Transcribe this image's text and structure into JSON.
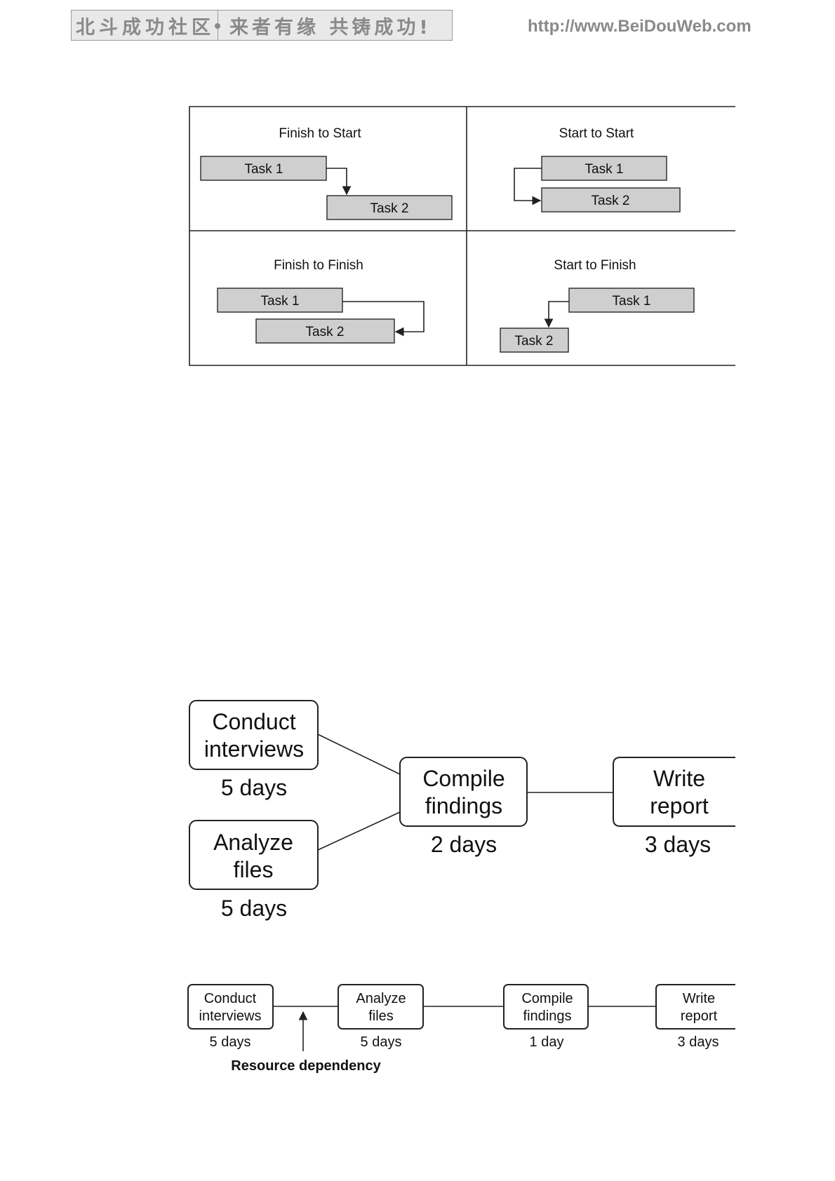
{
  "header": {
    "banner_left": "北斗成功社区",
    "banner_right": "来者有缘 共铸成功!",
    "url": "http://www.BeiDouWeb.com"
  },
  "dependency_types": {
    "finish_to_start": {
      "title": "Finish to Start",
      "task1": "Task 1",
      "task2": "Task 2"
    },
    "start_to_start": {
      "title": "Start to Start",
      "task1": "Task 1",
      "task2": "Task 2"
    },
    "finish_to_finish": {
      "title": "Finish to Finish",
      "task1": "Task 1",
      "task2": "Task 2"
    },
    "start_to_finish": {
      "title": "Start to Finish",
      "task1": "Task 1",
      "task2": "Task 2"
    }
  },
  "network": {
    "conduct": {
      "line1": "Conduct",
      "line2": "interviews",
      "duration": "5 days"
    },
    "analyze": {
      "line1": "Analyze",
      "line2": "files",
      "duration": "5 days"
    },
    "compile": {
      "line1": "Compile",
      "line2": "findings",
      "duration": "2 days"
    },
    "write": {
      "line1": "Write",
      "line2": "report",
      "duration": "3 days"
    }
  },
  "resource_chain": {
    "conduct": {
      "line1": "Conduct",
      "line2": "interviews",
      "duration": "5 days"
    },
    "analyze": {
      "line1": "Analyze",
      "line2": "files",
      "duration": "5 days"
    },
    "compile": {
      "line1": "Compile",
      "line2": "findings",
      "duration": "1 day"
    },
    "write": {
      "line1": "Write",
      "line2": "report",
      "duration": "3 days"
    },
    "annotation": "Resource dependency"
  }
}
